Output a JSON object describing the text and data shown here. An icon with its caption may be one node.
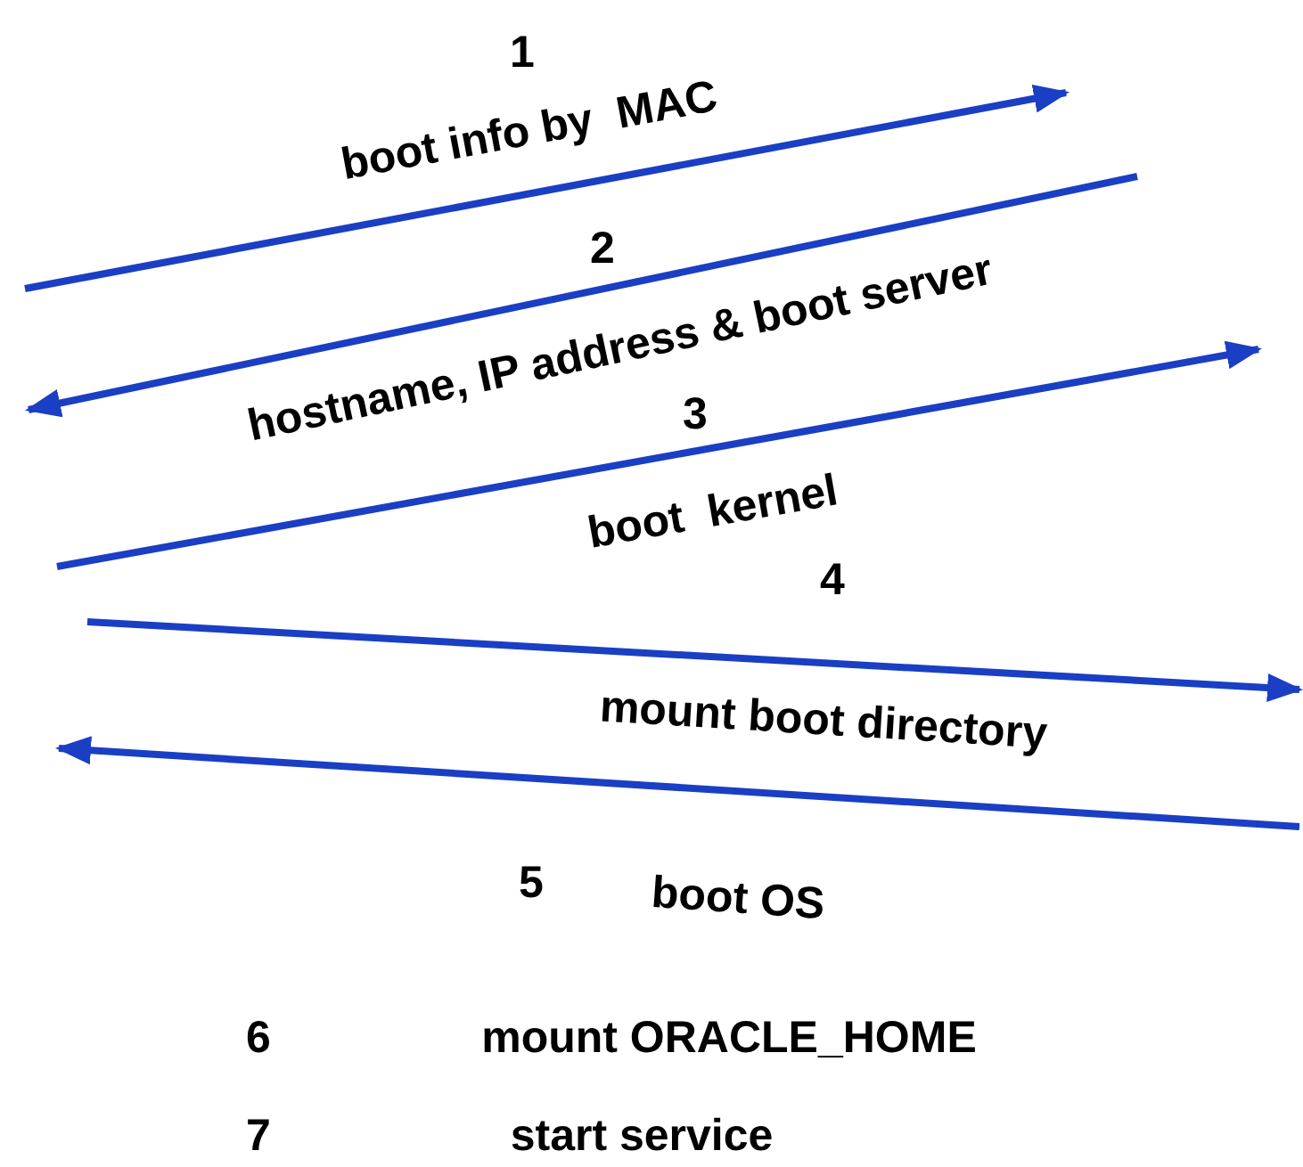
{
  "diagram": {
    "labels": [
      "1",
      "boot info by  MAC",
      "2",
      "hostname, IP address & boot server",
      "3",
      "boot  kernel",
      "4",
      "mount boot directory",
      "5",
      "boot OS",
      "6",
      "mount ORACLE_HOME",
      "7",
      "start service"
    ]
  }
}
